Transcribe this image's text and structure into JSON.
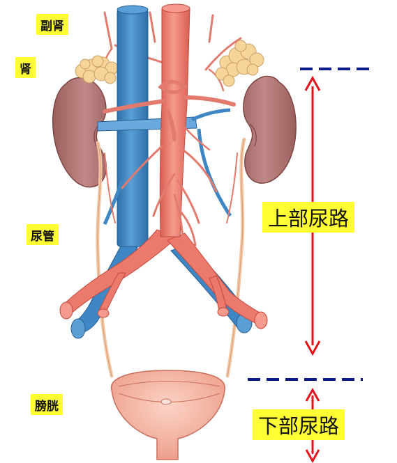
{
  "labels": {
    "adrenal": "副肾",
    "kidney": "肾",
    "ureter": "尿管",
    "bladder": "膀胱"
  },
  "regions": {
    "upper": "上部尿路",
    "lower": "下部尿路"
  },
  "colors": {
    "vein": "#3f86c4",
    "artery": "#ec7a6c",
    "kidney": "#b97b78",
    "adrenal": "#f6d49a",
    "ureter": "#f2c8a6",
    "bladder": "#f7b8a6",
    "label_bg": "#ffff33",
    "arrow": "#e5121b",
    "dash": "#0d1a8c"
  }
}
